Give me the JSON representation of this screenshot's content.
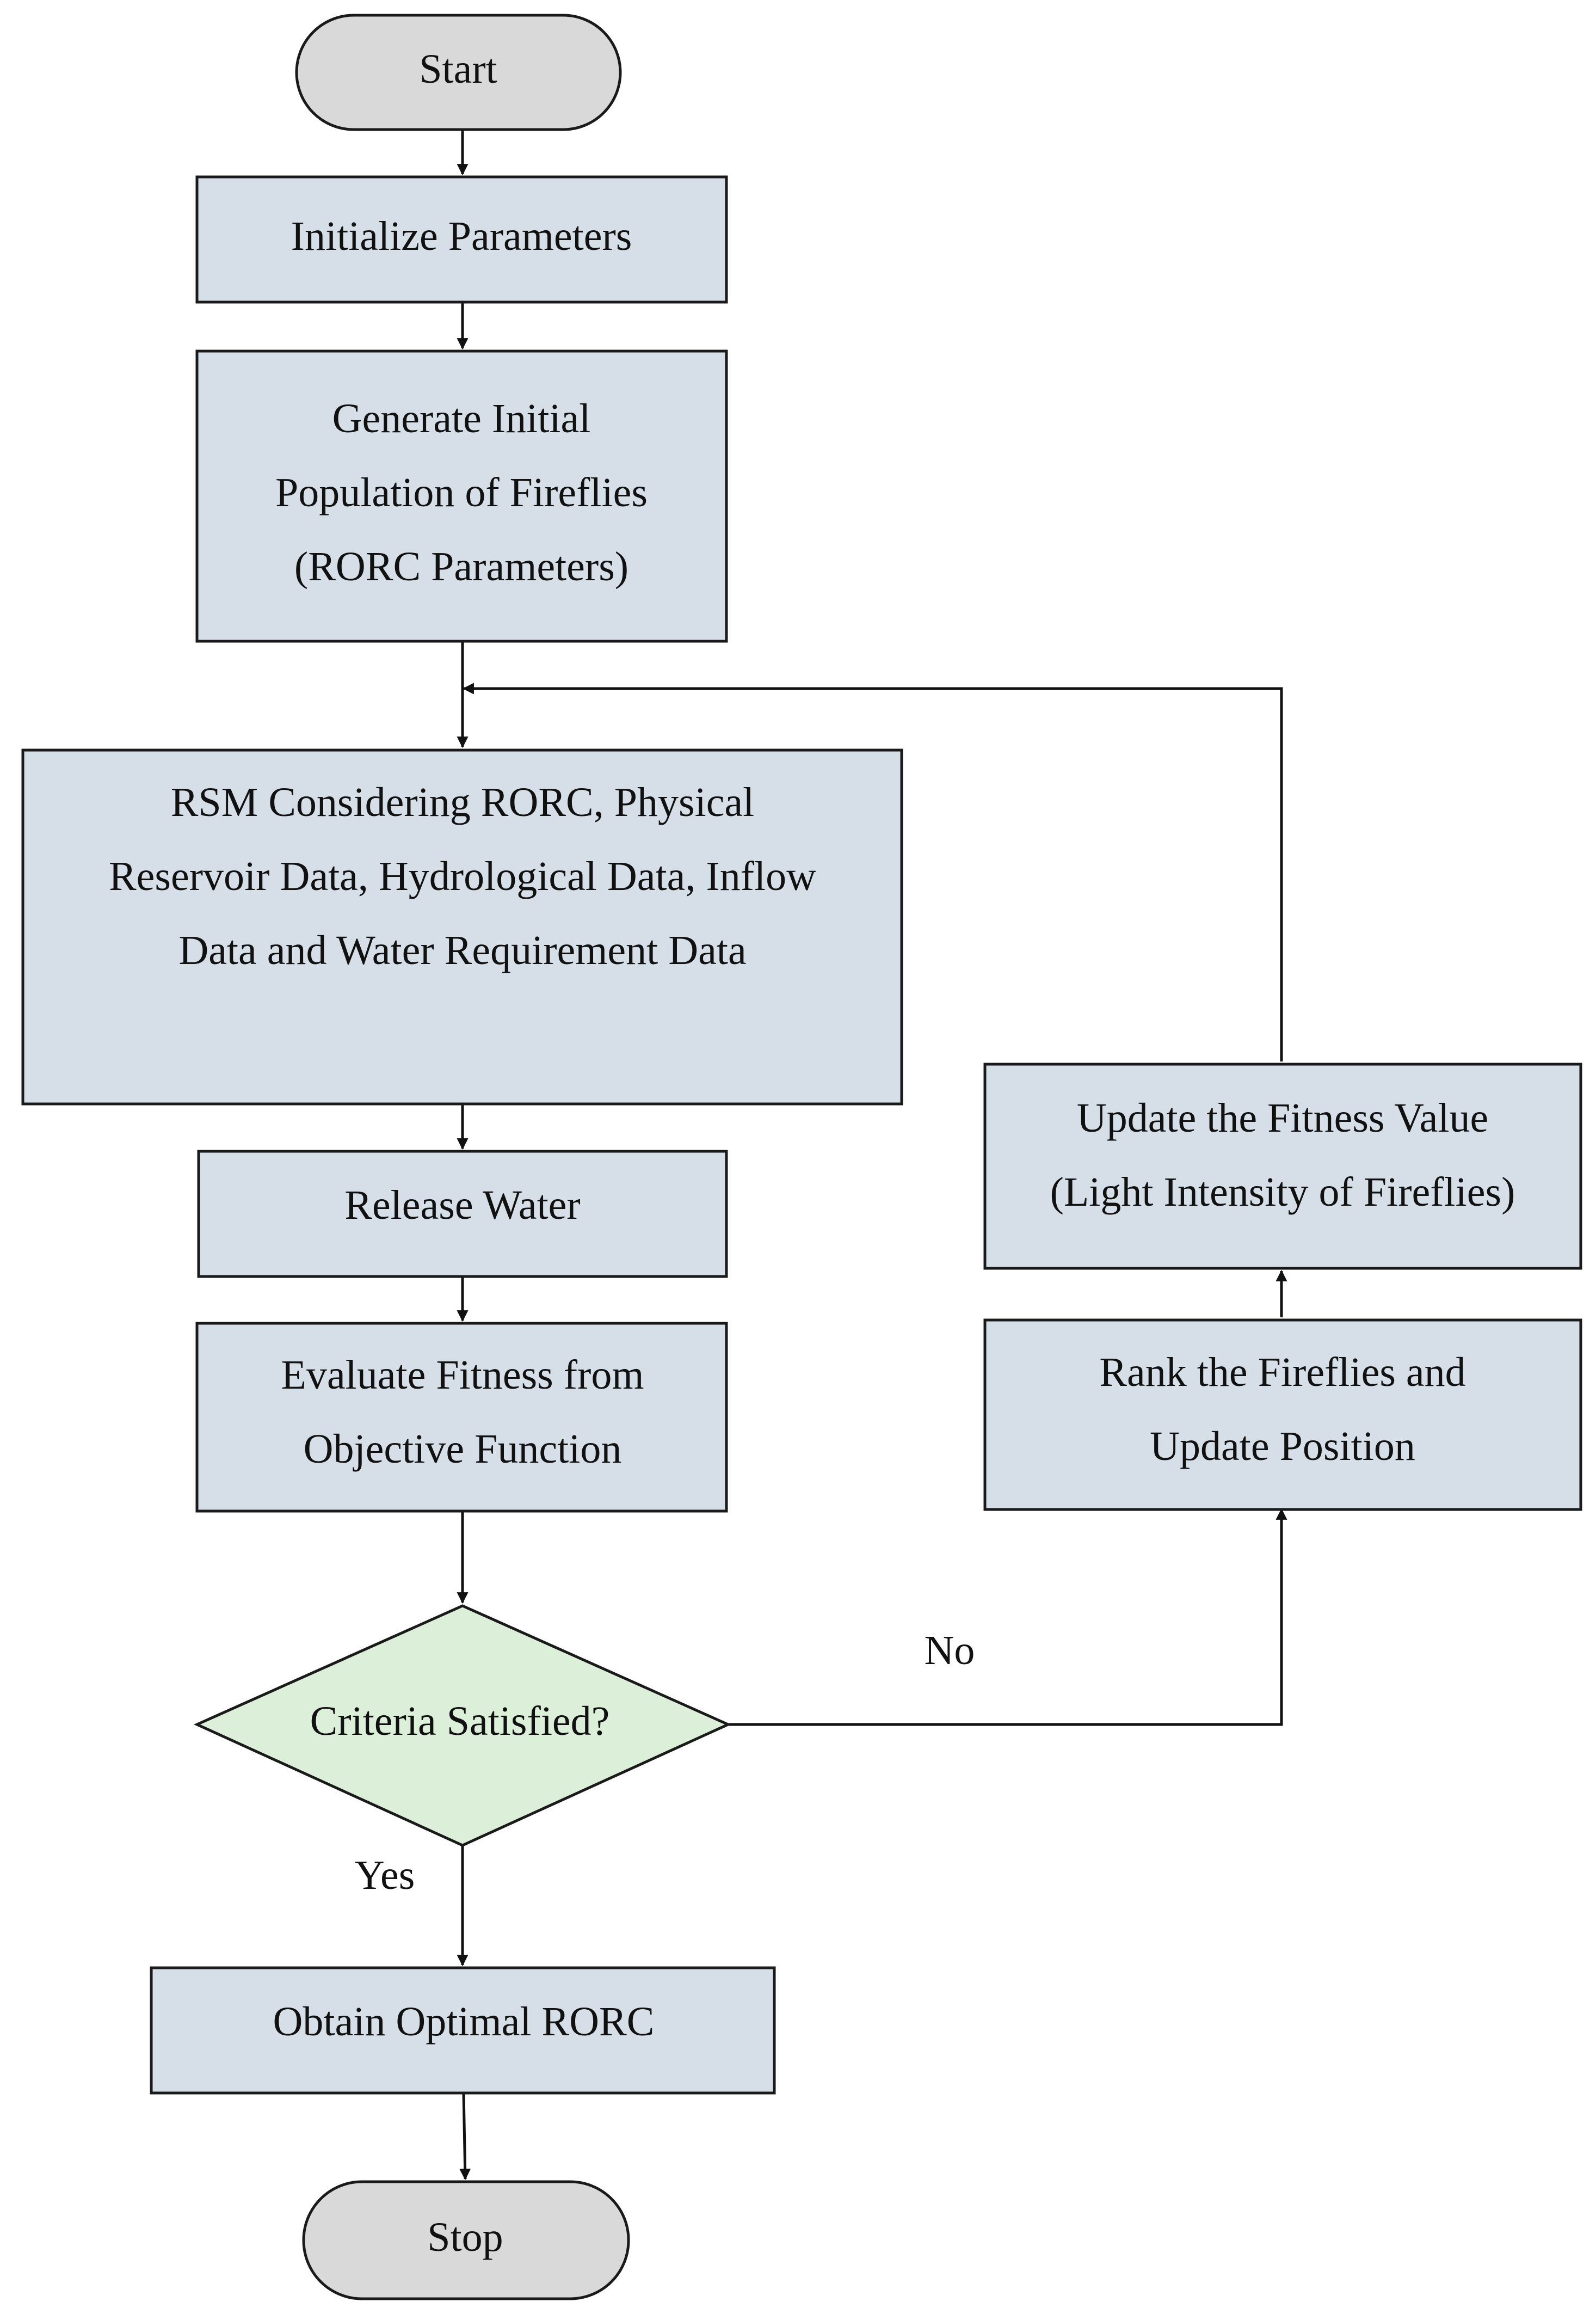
{
  "colors": {
    "terminal_fill": "#d9d9d9",
    "process_fill": "#d6dfe8",
    "decision_fill": "#dcefd9",
    "stroke": "#1a1a1a",
    "text": "#111111",
    "background": "#ffffff"
  },
  "nodes": {
    "start": {
      "lines": [
        "Start"
      ]
    },
    "init": {
      "lines": [
        "Initialize Parameters"
      ]
    },
    "generate": {
      "lines": [
        "Generate Initial",
        "Population of Fireflies",
        "(RORC Parameters)"
      ]
    },
    "rsm": {
      "lines": [
        "RSM Considering RORC, Physical",
        "Reservoir Data, Hydrological Data, Inflow",
        "Data and Water Requirement Data"
      ]
    },
    "release": {
      "lines": [
        "Release Water"
      ]
    },
    "evaluate": {
      "lines": [
        "Evaluate Fitness from",
        "Objective Function"
      ]
    },
    "criteria": {
      "lines": [
        "Criteria Satisfied?"
      ]
    },
    "optimal": {
      "lines": [
        "Obtain Optimal RORC"
      ]
    },
    "stop": {
      "lines": [
        "Stop"
      ]
    },
    "rank": {
      "lines": [
        "Rank the Fireflies and",
        "Update Position"
      ]
    },
    "update": {
      "lines": [
        "Update the Fitness Value",
        "(Light Intensity of Fireflies)"
      ]
    }
  },
  "edge_labels": {
    "no": "No",
    "yes": "Yes"
  }
}
